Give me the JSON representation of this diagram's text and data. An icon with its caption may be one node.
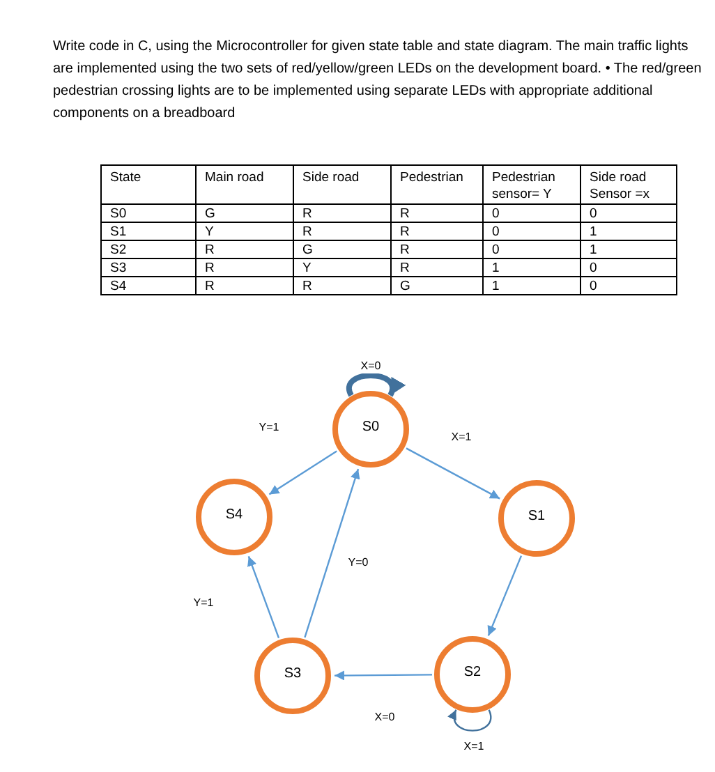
{
  "diagram": {
    "nodes": [
      {
        "text": [
          "S0"
        ]
      },
      {
        "text": [
          "S4"
        ]
      },
      {
        "text": [
          "S1"
        ]
      },
      {
        "text": [
          "S3"
        ]
      },
      {
        "text": [
          "S2"
        ]
      }
    ],
    "edges": [
      {
        "from": 0,
        "to": 0,
        "arrow": "to",
        "label": "X=0",
        "style": "thick",
        "color": "#41719c"
      },
      {
        "from": 0,
        "to": 1,
        "arrow": "to",
        "label": "Y=1"
      },
      {
        "from": 0,
        "to": 2,
        "arrow": "to",
        "label": "X=1"
      },
      {
        "from": 3,
        "to": 0,
        "arrow": "to",
        "label": "Y=0"
      },
      {
        "from": 2,
        "to": 4,
        "arrow": "to"
      },
      {
        "from": 3,
        "to": 1,
        "arrow": "to",
        "label": "Y=1"
      },
      {
        "from": 4,
        "to": 3,
        "arrow": "to",
        "label": "X=0"
      },
      {
        "from": 4,
        "to": 4,
        "arrow": "to",
        "label": "X=1",
        "color": "#41719c"
      }
    ],
    "labels": [
      "Write code in C, using the Microcontroller for given state table and state diagram. The main traffic lights are implemented using the two sets of red/yellow/green LEDs on the development board. • The red/green pedestrian crossing lights are to be implemented using separate LEDs with appropriate additional components on a breadboard",
      "State",
      "Main road",
      "Side road",
      "Pedestrian",
      "Pedestrian sensor= Y",
      "Side road Sensor =x",
      "S0",
      "G",
      "R",
      "R",
      "0",
      "0",
      "S1",
      "Y",
      "R",
      "R",
      "0",
      "1",
      "S2",
      "R",
      "G",
      "R",
      "0",
      "1",
      "S3",
      "R",
      "Y",
      "R",
      "1",
      "0",
      "S4",
      "R",
      "R",
      "G",
      "1",
      "0"
    ]
  }
}
